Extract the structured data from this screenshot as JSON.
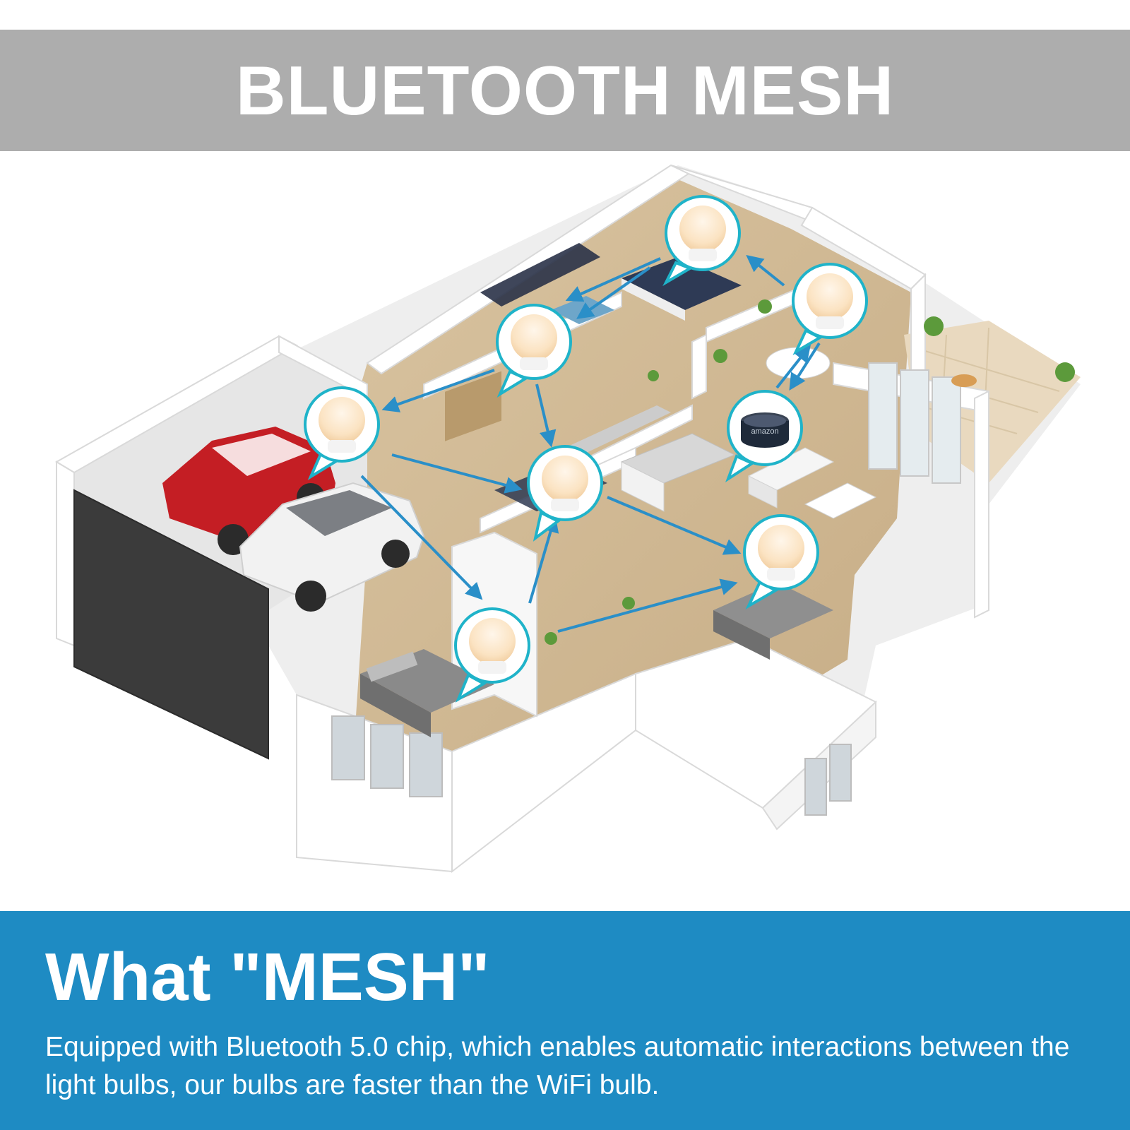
{
  "header": {
    "title": "BLUETOOTH MESH"
  },
  "scene": {
    "icons": [
      "light-bulb-icon",
      "smart-speaker-icon",
      "mesh-arrow-icon",
      "car-icon",
      "bed-icon",
      "plant-icon"
    ],
    "speaker_label": "amazon",
    "colors": {
      "ring": "#1fb3c9",
      "arrow": "#2a8fc8",
      "bulb": "#fbe3c2",
      "bulb_base": "#f3f3f3"
    }
  },
  "footer": {
    "heading": "What \"MESH\"",
    "body": "Equipped with Bluetooth 5.0 chip, which enables automatic interactions between the light bulbs, our bulbs are faster than the WiFi bulb."
  },
  "colors": {
    "header_band": "#adadad",
    "footer_band": "#1e8bc3",
    "text_light": "#ffffff"
  }
}
